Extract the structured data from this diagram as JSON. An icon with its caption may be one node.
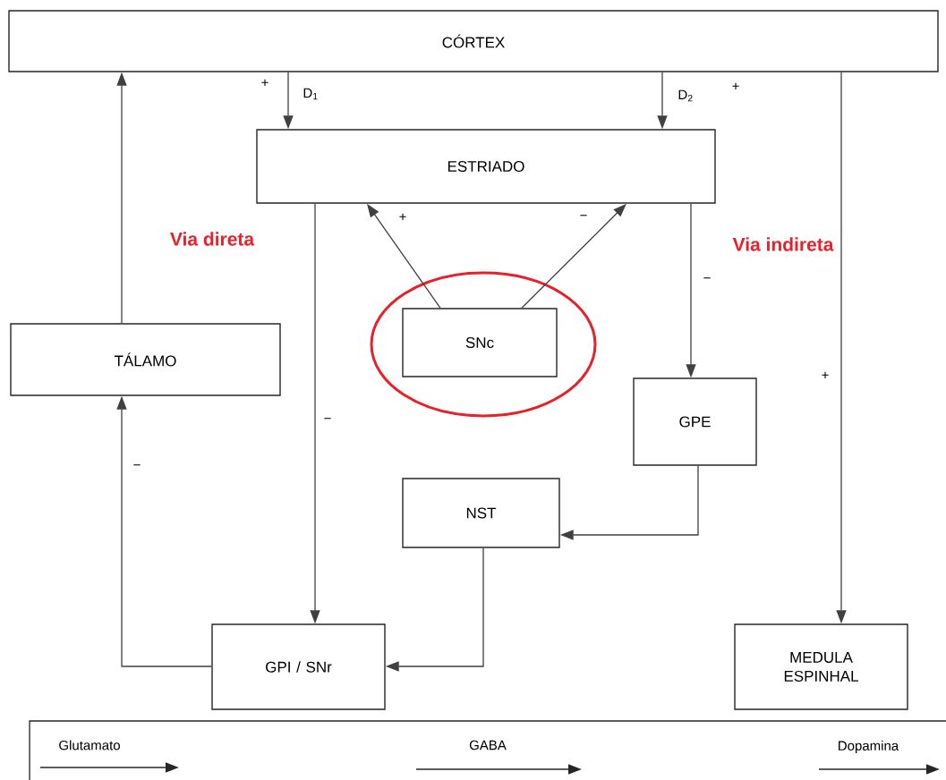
{
  "diagram": {
    "nodes": [
      {
        "text": [
          "CÓRTEX"
        ]
      },
      {
        "text": [
          "ESTRIADO"
        ]
      },
      {
        "text": [
          "TÁLAMO"
        ]
      },
      {
        "text": [
          "SNc"
        ]
      },
      {
        "text": [
          "GPE"
        ]
      },
      {
        "text": [
          "NST"
        ]
      },
      {
        "text": [
          "GPI / SNr"
        ]
      },
      {
        "text": [
          "MEDULA ESPINHAL"
        ]
      }
    ],
    "edges": [
      {
        "from": 0,
        "to": 1,
        "arrow": "to",
        "label": "D$_{1}$"
      },
      {
        "from": 0,
        "to": 1,
        "arrow": "to",
        "label": "D$_{2}$"
      },
      {
        "from": 0,
        "to": 7,
        "arrow": "to",
        "label": "+"
      },
      {
        "from": 2,
        "to": 0,
        "arrow": "to"
      },
      {
        "from": 3,
        "to": 1,
        "arrow": "to",
        "label": "+"
      },
      {
        "from": 3,
        "to": 1,
        "arrow": "to",
        "label": "−"
      },
      {
        "from": 1,
        "to": 6,
        "arrow": "to",
        "label": "−"
      },
      {
        "from": 1,
        "to": 4,
        "arrow": "to",
        "label": "−"
      },
      {
        "from": 4,
        "to": 5,
        "arrow": "to"
      },
      {
        "from": 5,
        "to": 6,
        "arrow": "to"
      },
      {
        "from": 6,
        "to": 2,
        "arrow": "to",
        "label": "−"
      }
    ],
    "labels": [
      "+",
      "+",
      "Via direta",
      "Via indireta"
    ],
    "legend": [
      {
        "text": "Glutamato"
      },
      {
        "text": "GABA"
      },
      {
        "text": "Dopamina"
      }
    ]
  }
}
